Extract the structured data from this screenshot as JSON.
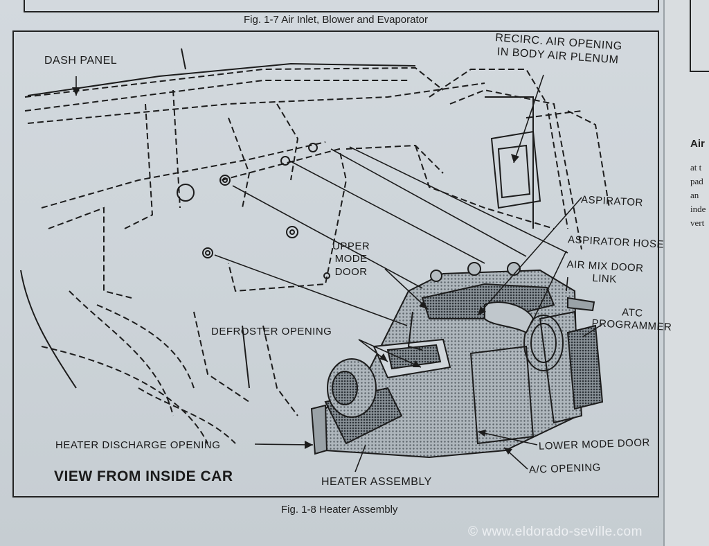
{
  "captions": {
    "top": "Fig. 1-7 Air Inlet, Blower and Evaporator",
    "bottom": "Fig. 1-8 Heater Assembly"
  },
  "diagram": {
    "view_label": "VIEW FROM INSIDE CAR",
    "labels": {
      "dash_panel": "DASH PANEL",
      "recirc": [
        "RECIRC. AIR OPENING",
        "IN BODY AIR PLENUM"
      ],
      "aspirator": "ASPIRATOR",
      "aspirator_hose": "ASPIRATOR HOSE",
      "air_mix_door_link": [
        "AIR MIX DOOR",
        "LINK"
      ],
      "atc_programmer": [
        "ATC",
        "PROGRAMMER"
      ],
      "upper_mode_door": [
        "UPPER",
        "MODE",
        "DOOR"
      ],
      "defroster_opening": "DEFROSTER OPENING",
      "heater_discharge_opening": "HEATER DISCHARGE OPENING",
      "lower_mode_door": "LOWER MODE DOOR",
      "ac_opening": "A/C OPENING",
      "heater_assembly": "HEATER ASSEMBLY"
    }
  },
  "right_page": {
    "heading": "Air",
    "lines": [
      "at t",
      "pad",
      "an",
      "inde",
      "vert"
    ]
  },
  "watermark": "© www.eldorado-seville.com",
  "colors": {
    "paper": "#cdd4d9",
    "ink": "#1a1a1a"
  }
}
